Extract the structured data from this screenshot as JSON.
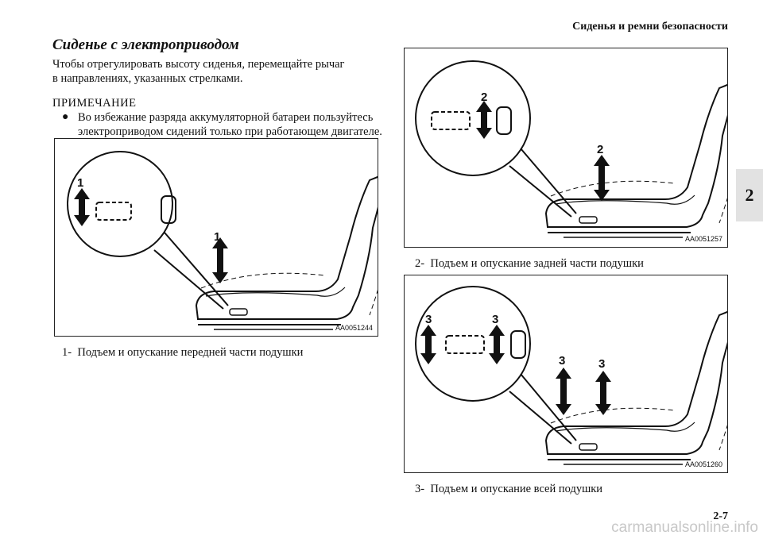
{
  "header": {
    "section_title": "Сиденья и ремни безопасности"
  },
  "title": "Сиденье с электроприводом",
  "intro": {
    "line1": "Чтобы отрегулировать высоту сиденья, перемещайте рычаг",
    "line2": "в направлениях, указанных стрелками."
  },
  "note": {
    "heading": "ПРИМЕЧАНИЕ",
    "bullet": "●",
    "line1": "Во избежание разряда аккумуляторной батареи пользуйтесь",
    "line2": "электроприводом сидений только при работающем двигателе."
  },
  "figures": [
    {
      "code": "AA0051244",
      "num": "1-",
      "caption": "Подъем и опускание передней части подушки",
      "label": "1"
    },
    {
      "code": "AA0051257",
      "num": "2-",
      "caption": "Подъем и опускание задней части подушки",
      "label": "2"
    },
    {
      "code": "AA0051260",
      "num": "3-",
      "caption": "Подъем и опускание всей подушки",
      "label": "3"
    }
  ],
  "side_tab": "2",
  "page_number": "2-7",
  "watermark": "carmanualsonline.info"
}
